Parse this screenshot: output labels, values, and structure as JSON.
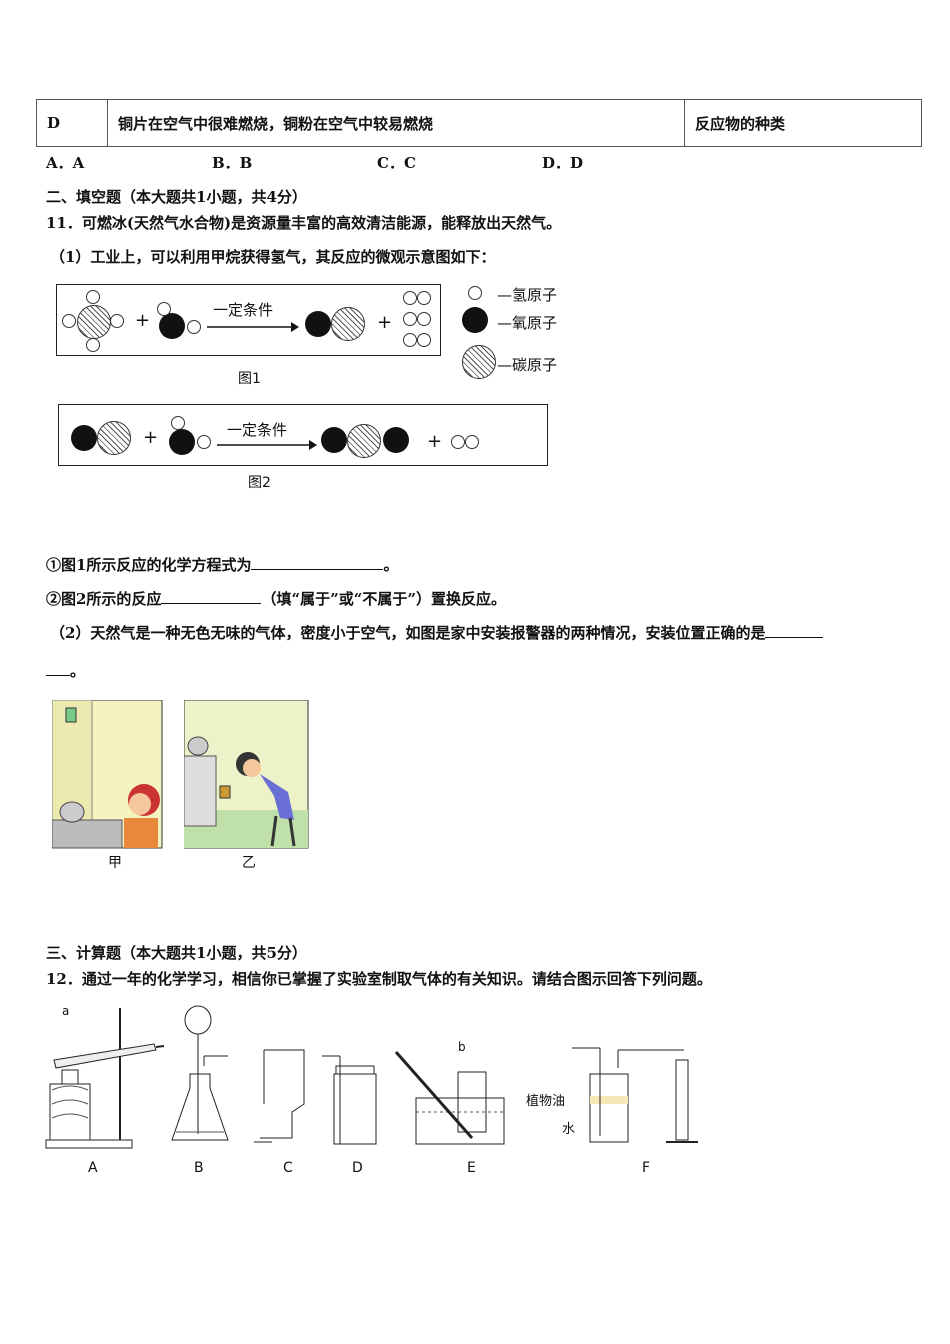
{
  "table_row": {
    "letter": "D",
    "description": "铜片在空气中很难燃烧，铜粉在空气中较易燃烧",
    "factor": "反应物的种类"
  },
  "choices": [
    "A．A",
    "B．B",
    "C．C",
    "D．D"
  ],
  "section2": {
    "heading": "二、填空题（本大题共1小题，共4分）",
    "q11": "11．可燃冰(天然气水合物)是资源量丰富的高效清洁能源，能释放出天然气。",
    "q11_1": "（1）工业上，可以利用甲烷获得氢气，其反应的微观示意图如下：",
    "fig1_condition": "一定条件",
    "fig2_condition": "一定条件",
    "fig1_caption": "图1",
    "fig2_caption": "图2",
    "legend": {
      "h": "—氢原子",
      "o": "—氧原子",
      "c": "—碳原子"
    },
    "plus": "+",
    "sub1": "①图1所示反应的化学方程式为",
    "sub1_end": "。",
    "sub2": "②图2所示的反应",
    "sub2_end": "（填“属于”或“不属于”）置换反应。",
    "q11_2": "（2）天然气是一种无色无味的气体，密度小于空气，如图是家中安装报警器的两种情况，安装位置正确的是",
    "q11_2_end": "。",
    "pic_left": "甲",
    "pic_right": "乙"
  },
  "section3": {
    "heading": "三、计算题（本大题共1小题，共5分）",
    "q12": "12．通过一年的化学学习，相信你已掌握了实验室制取气体的有关知识。请结合图示回答下列问题。",
    "apparatus_labels": [
      "A",
      "B",
      "C",
      "D",
      "E",
      "F"
    ],
    "label_a": "a",
    "label_b": "b",
    "oil": "植物油",
    "water": "水"
  }
}
